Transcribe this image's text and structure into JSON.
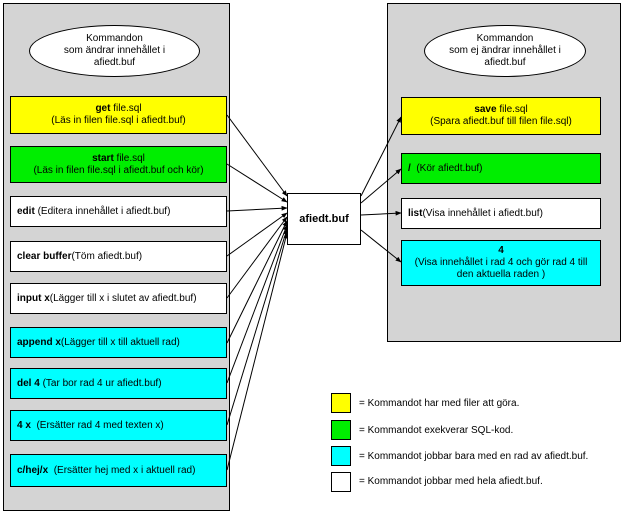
{
  "colors": {
    "yellow": "#ffff00",
    "green": "#00ee00",
    "cyan": "#00ffff",
    "white": "#ffffff",
    "panel": "#d4d4d4"
  },
  "left_ellipse": {
    "lines": [
      "Kommandon",
      "som ändrar innehållet i",
      "afiedt.buf"
    ]
  },
  "right_ellipse": {
    "lines": [
      "Kommandon",
      "som ej ändrar innehållet i",
      "afiedt.buf"
    ]
  },
  "center": {
    "label": "afiedt.buf"
  },
  "left_commands": [
    {
      "cmd": "get",
      "arg": " file.sql",
      "desc": "(Läs in filen file.sql i afiedt.buf)",
      "color": "yellow"
    },
    {
      "cmd": "start",
      "arg": " file.sql",
      "desc": "(Läs in filen file.sql i afiedt.buf och kör)",
      "color": "green"
    },
    {
      "cmd": "edit",
      "desc": "(Editera innehållet i afiedt.buf)",
      "color": "white"
    },
    {
      "cmd": "clear buffer",
      "desc": "(Töm afiedt.buf)",
      "color": "white"
    },
    {
      "cmd": "input x",
      "desc": "(Lägger till x i slutet av afiedt.buf)",
      "color": "white"
    },
    {
      "cmd": "append x",
      "desc": "(Lägger till x till aktuell rad)",
      "color": "cyan"
    },
    {
      "cmd": "del 4",
      "desc": "(Tar bor rad 4 ur afiedt.buf)",
      "color": "cyan"
    },
    {
      "cmd": "4 x",
      "desc": "(Ersätter rad 4 med texten x)",
      "color": "cyan"
    },
    {
      "cmd": "c/hej/x",
      "desc": "(Ersätter hej med x i aktuell rad)",
      "color": "cyan"
    }
  ],
  "right_commands": [
    {
      "cmd": "save",
      "arg": " file.sql",
      "desc": "(Spara afiedt.buf till filen file.sql)",
      "color": "yellow"
    },
    {
      "cmd": "/",
      "desc": "(Kör afiedt.buf)",
      "color": "green"
    },
    {
      "cmd": "list",
      "desc": "(Visa innehållet i afiedt.buf)",
      "color": "white"
    },
    {
      "cmd": "4",
      "desc": "(Visa innehållet i rad 4 och gör rad 4 till den aktuella raden )",
      "color": "cyan"
    }
  ],
  "legend": [
    {
      "color": "yellow",
      "text": "= Kommandot har med filer att göra."
    },
    {
      "color": "green",
      "text": "= Kommandot exekverar SQL-kod."
    },
    {
      "color": "cyan",
      "text": "= Kommandot jobbar bara med en rad av afiedt.buf."
    },
    {
      "color": "white",
      "text": "= Kommandot jobbar med hela afiedt.buf."
    }
  ]
}
